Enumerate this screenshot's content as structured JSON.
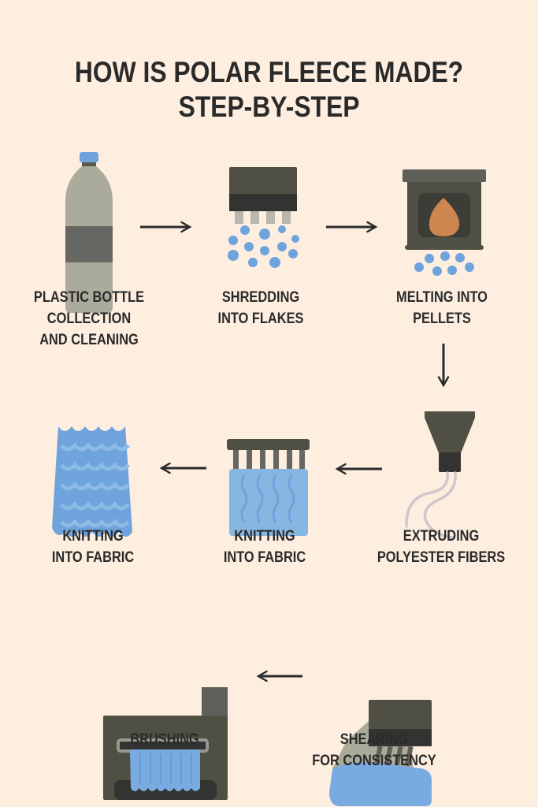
{
  "title": {
    "line1": "HOW IS POLAR FLEECE MADE?",
    "line2": "STEP-BY-STEP"
  },
  "steps": [
    {
      "icon": "plastic-bottle-icon",
      "lines": [
        "PLASTIC BOTTLE",
        "COLLECTION",
        "AND CLEANING"
      ]
    },
    {
      "icon": "shredder-icon",
      "lines": [
        "SHREDDING",
        "INTO FLAKES"
      ]
    },
    {
      "icon": "furnace-icon",
      "lines": [
        "MELTING INTO",
        "PELLETS"
      ]
    },
    {
      "icon": "extruder-icon",
      "lines": [
        "EXTRUDING",
        "POLYESTER FIBERS"
      ]
    },
    {
      "icon": "knitting-machine-icon",
      "lines": [
        "KNITTING",
        "INTO FABRIC"
      ]
    },
    {
      "icon": "fabric-icon",
      "lines": [
        "KNITTING",
        "INTO FABRIC"
      ]
    },
    {
      "icon": "shearing-machine-icon",
      "lines": [
        "SHEARING",
        "FOR CONSISTENCY"
      ]
    },
    {
      "icon": "brushing-machine-icon",
      "lines": [
        "BRUSHING"
      ]
    }
  ],
  "colors": {
    "background": "#fdeee0",
    "text": "#2a2a2a",
    "dark": "#4f5043",
    "blue": "#7aabe0",
    "flame": "#cd8650",
    "bottle": "#abab9c"
  }
}
